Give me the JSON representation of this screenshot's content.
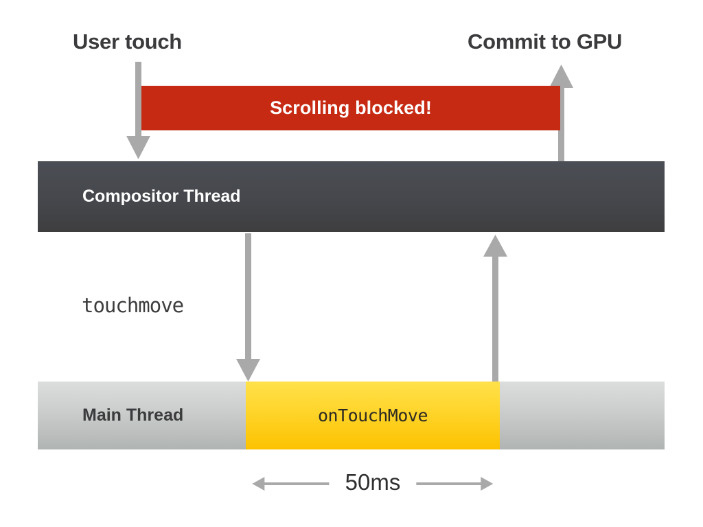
{
  "diagram": {
    "title_top_left": "User touch",
    "title_top_right": "Commit to GPU",
    "blocked_banner": {
      "label": "Scrolling blocked!",
      "color": "#c62a13",
      "text_color": "#ffffff"
    },
    "lanes": [
      {
        "name": "compositor-thread",
        "label": "Compositor Thread",
        "color": "#45474c",
        "text_color": "#ffffff"
      },
      {
        "name": "main-thread",
        "label": "Main Thread",
        "color": "#cbcdcd",
        "text_color": "#3b3b3d"
      }
    ],
    "task_block": {
      "label": "onTouchMove",
      "color": "#ffd62e",
      "text_color": "#2d2a23"
    },
    "event_label": "touchmove",
    "duration_label": "50ms",
    "arrow_color": "#a9a9a9",
    "arrows": [
      {
        "name": "user-touch-arrow",
        "direction": "down"
      },
      {
        "name": "commit-to-gpu-arrow",
        "direction": "up"
      },
      {
        "name": "touchmove-dispatch-arrow",
        "direction": "down"
      },
      {
        "name": "main-thread-return-arrow",
        "direction": "up"
      },
      {
        "name": "duration-left-arrow",
        "direction": "left"
      },
      {
        "name": "duration-right-arrow",
        "direction": "right"
      }
    ]
  }
}
